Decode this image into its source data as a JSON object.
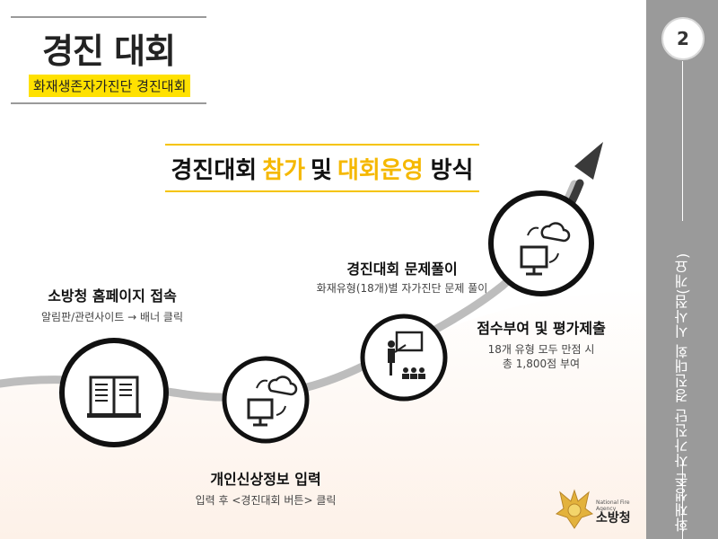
{
  "page_number": "2",
  "side_title": "화재생존 자가진단 경진대회 시사점(개요)",
  "title": "경진 대회",
  "subtitle": "화재생존자가진단 경진대회",
  "heading": {
    "part1": "경진대회",
    "highlight1": "참가",
    "part2": "및",
    "highlight2": "대회운영",
    "part3": "방식",
    "highlight_color": "#f5b800"
  },
  "steps": [
    {
      "title": "소방청 홈페이지 접속",
      "desc": "알림판/관련사이트 → 배너 클릭",
      "icon": "book-icon"
    },
    {
      "title": "개인신상정보 입력",
      "desc": "입력 후 <경진대회 버튼> 클릭",
      "icon": "computer-cloud-icon"
    },
    {
      "title": "경진대회 문제풀이",
      "desc": "화재유형(18개)별 자가진단 문제 풀이",
      "icon": "teacher-board-icon"
    },
    {
      "title": "점수부여 및 평가제출",
      "desc_lines": [
        "18개 유형 모두 만점 시",
        "총 1,800점 부여"
      ],
      "icon": "computer-cloud-icon"
    }
  ],
  "logo": {
    "name": "소방청",
    "caption": "National Fire Agency"
  }
}
